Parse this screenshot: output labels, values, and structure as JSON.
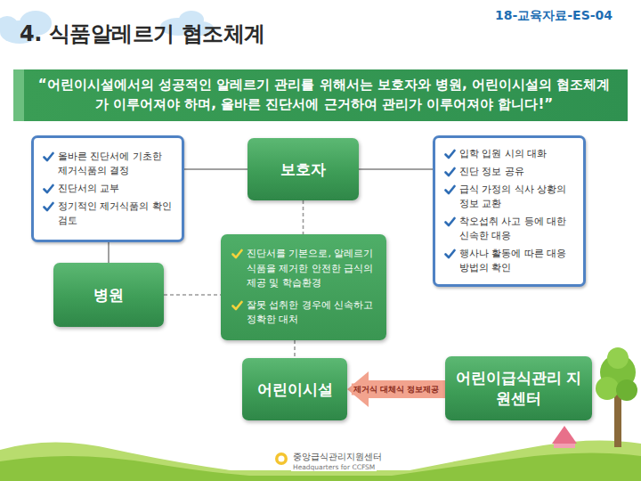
{
  "diagram": {
    "title": "4. 식품알레르기 협조체계",
    "nodes": [
      {
        "text": [
          "“어린이시설에서의 성공적인 알레르기 관리를 위해서는 보호자와 병원, 어린이시설의 협조체계가 이루어져야 하며, 올바른 진단서에 근거하여 관리가 이루어져야 합니다!”"
        ]
      },
      {
        "text": [
          "올바른 진단서에 기초한 제거식품의 결정",
          "진단서의 교부",
          "정기적인 제거식품의 확인검토"
        ]
      },
      {
        "text": [
          "보호자"
        ]
      },
      {
        "text": [
          "입학 입원 시의 대화",
          "진단 정보 공유",
          "급식 가정의 식사 상황의 정보 교환",
          "착오섭취 사고 등에 대한 신속한 대응",
          "행사나 활동에 따른 대응 방법의 확인"
        ]
      },
      {
        "text": [
          "진단서를 기본으로, 알레르기 식품을 제거한 안전한 급식의 제공 및 학습환경",
          "잘못 섭취한 경우에 신속하고 정확한 대처"
        ]
      },
      {
        "text": [
          "병원"
        ]
      },
      {
        "text": [
          "어린이시설"
        ]
      },
      {
        "text": [
          "어린이급식관리 지원센터"
        ]
      }
    ],
    "edges": [
      {
        "from": 2,
        "to": 1,
        "arrow": "none"
      },
      {
        "from": 2,
        "to": 3,
        "arrow": "none"
      },
      {
        "from": 1,
        "to": 5,
        "arrow": "none"
      },
      {
        "from": 2,
        "to": 4,
        "arrow": "none"
      },
      {
        "from": 5,
        "to": 4,
        "arrow": "none"
      },
      {
        "from": 4,
        "to": 6,
        "arrow": "none"
      },
      {
        "from": 7,
        "to": 6,
        "label": "제거식 대체식 정보제공",
        "arrow": "to"
      }
    ],
    "labels": [
      "18-교육자료-ES-04",
      "중앙급식관리지원센터",
      "Headquarters for CCFSM"
    ]
  }
}
